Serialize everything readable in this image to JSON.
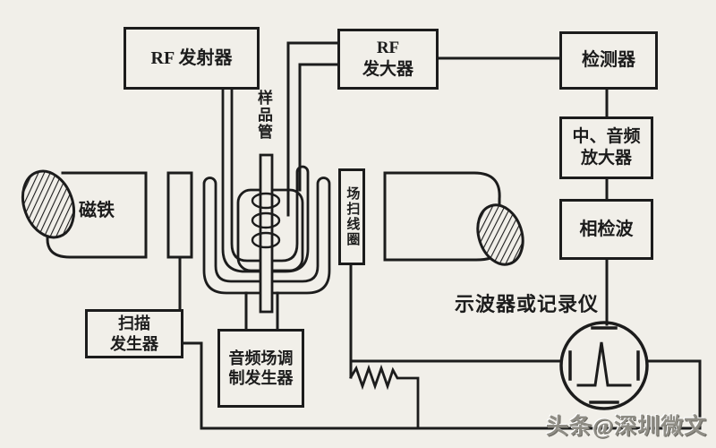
{
  "colors": {
    "background": "#f1efe9",
    "line": "#1c1c1c",
    "watermark": "#8f8d85"
  },
  "blocks": {
    "rf_transmitter": {
      "label": "RF 发射器"
    },
    "rf_amplifier": {
      "line1": "RF",
      "line2": "发大器"
    },
    "detector": {
      "label": "检测器"
    },
    "if_audio_amplifier": {
      "line1": "中、音频",
      "line2": "放大器"
    },
    "phase_detector": {
      "label": "相检波"
    },
    "sweep_generator": {
      "line1": "扫描",
      "line2": "发生器"
    },
    "audio_mod_generator": {
      "line1": "音频场调",
      "line2": "制发生器"
    },
    "field_sweep_coil": {
      "label": "场扫线圈"
    },
    "magnet": {
      "label": "磁铁"
    }
  },
  "annotations": {
    "sample_tube": "样品管",
    "oscilloscope": "示波器或记录仪",
    "watermark": "头条@深圳微文"
  }
}
